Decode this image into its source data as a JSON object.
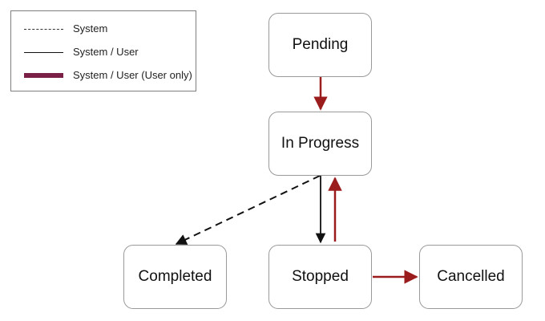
{
  "legend": {
    "items": [
      {
        "label": "System",
        "line_style": "dashed",
        "color": "#333333"
      },
      {
        "label": "System / User",
        "line_style": "solid",
        "color": "#111111"
      },
      {
        "label": "System / User (User only)",
        "line_style": "thick",
        "color": "#7a1f45"
      }
    ]
  },
  "states": {
    "pending": "Pending",
    "in_progress": "In Progress",
    "completed": "Completed",
    "stopped": "Stopped",
    "cancelled": "Cancelled"
  },
  "transitions": [
    {
      "from": "Pending",
      "to": "In Progress",
      "type": "user-only",
      "color": "#9b1c1c"
    },
    {
      "from": "In Progress",
      "to": "Completed",
      "type": "system",
      "color": "#111111"
    },
    {
      "from": "In Progress",
      "to": "Stopped",
      "type": "system-user",
      "color": "#111111"
    },
    {
      "from": "Stopped",
      "to": "In Progress",
      "type": "user-only",
      "color": "#9b1c1c"
    },
    {
      "from": "Stopped",
      "to": "Cancelled",
      "type": "user-only",
      "color": "#9b1c1c"
    }
  ],
  "colors": {
    "user_only_legend": "#7a1f45",
    "user_only_arrow": "#9b1c1c",
    "system": "#111111",
    "node_border": "#9a9a9a"
  }
}
